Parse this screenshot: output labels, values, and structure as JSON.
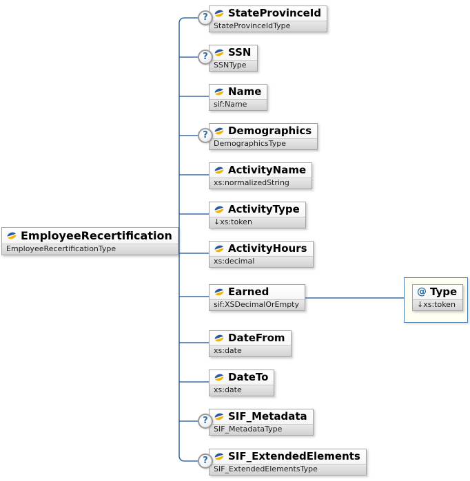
{
  "diagram": {
    "root": {
      "name": "EmployeeRecertification",
      "type": "EmployeeRecertificationType"
    },
    "children": [
      {
        "name": "StateProvinceId",
        "type": "StateProvinceIdType",
        "optional": true
      },
      {
        "name": "SSN",
        "type": "SSNType",
        "optional": true
      },
      {
        "name": "Name",
        "type": "sif:Name",
        "optional": false
      },
      {
        "name": "Demographics",
        "type": "DemographicsType",
        "optional": true
      },
      {
        "name": "ActivityName",
        "type": "xs:normalizedString",
        "optional": false
      },
      {
        "name": "ActivityType",
        "type": "↓xs:token",
        "optional": false
      },
      {
        "name": "ActivityHours",
        "type": "xs:decimal",
        "optional": false
      },
      {
        "name": "Earned",
        "type": "sif:XSDecimalOrEmpty",
        "optional": false
      },
      {
        "name": "DateFrom",
        "type": "xs:date",
        "optional": false
      },
      {
        "name": "DateTo",
        "type": "xs:date",
        "optional": false
      },
      {
        "name": "SIF_Metadata",
        "type": "SIF_MetadataType",
        "optional": true
      },
      {
        "name": "SIF_ExtendedElements",
        "type": "SIF_ExtendedElementsType",
        "optional": true
      }
    ],
    "attribute": {
      "symbol": "@",
      "name": "Type",
      "type": "↓xs:token",
      "of": "Earned"
    },
    "optional_badge": "?",
    "colors": {
      "connector": "#3a6aa5",
      "box_border": "#a3a3a3",
      "subtitle_bg": "#d9d9d9",
      "attr_container_border": "#4a7ebb",
      "attr_container_bg": "#fffff4",
      "icon_blue": "#2b56a0",
      "icon_yellow": "#f2b400",
      "badge_text": "#2e6da4"
    }
  }
}
